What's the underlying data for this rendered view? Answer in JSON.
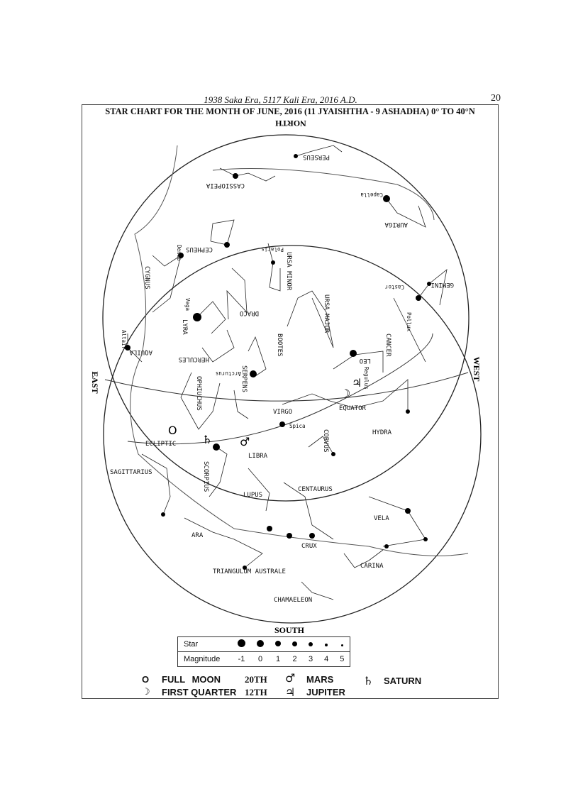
{
  "header": {
    "running_title": "1938 Saka Era, 5117 Kali Era, 2016 A.D.",
    "page_number": "20"
  },
  "chart": {
    "title": "STAR CHART FOR THE MONTH OF JUNE, 2016 (11 JYAISHTHA - 9 ASHADHA) 0° TO 40°N",
    "directions": {
      "north": "NORTH",
      "south": "SOUTH",
      "east": "EAST",
      "west": "WEST"
    },
    "lines": {
      "equator": "EQUATOR",
      "ecliptic": "ECLIPTIC"
    },
    "constellations": [
      "PERSEUS",
      "CASSIOPEIA",
      "AURIGA",
      "CEPHEUS",
      "URSA MINOR",
      "CYGNUS",
      "LYRA",
      "DRACO",
      "URSA MAJOR",
      "GEMINI",
      "CANCER",
      "AQUILA",
      "HERCULES",
      "BOOTES",
      "LEO",
      "OPHIUCHUS",
      "SERPENS",
      "VIRGO",
      "HYDRA",
      "CORVUS",
      "LIBRA",
      "SAGITTARIUS",
      "SCORPIUS",
      "LUPUS",
      "CENTAURUS",
      "VELA",
      "ARA",
      "CRUX",
      "CARINA",
      "TRIANGULUM AUSTRALE",
      "CHAMAELEON"
    ],
    "stars": [
      "Capella",
      "Polaris",
      "Deneb",
      "Vega",
      "Altair",
      "Castor",
      "Pollux",
      "Arcturus",
      "Regulus",
      "Spica"
    ]
  },
  "legend": {
    "star_label": "Star",
    "magnitude_label": "Magnitude",
    "magnitudes": [
      "-1",
      "0",
      "1",
      "2",
      "3",
      "4",
      "5"
    ],
    "items": [
      {
        "symbol": "O",
        "label": "FULL  MOON",
        "date": "20TH"
      },
      {
        "symbol": "☽",
        "label": "FIRST QUARTER",
        "date": "12TH"
      },
      {
        "symbol": "♂",
        "label": "MARS"
      },
      {
        "symbol": "♃",
        "label": "JUPITER"
      },
      {
        "symbol": "♄",
        "label": "SATURN"
      }
    ]
  }
}
